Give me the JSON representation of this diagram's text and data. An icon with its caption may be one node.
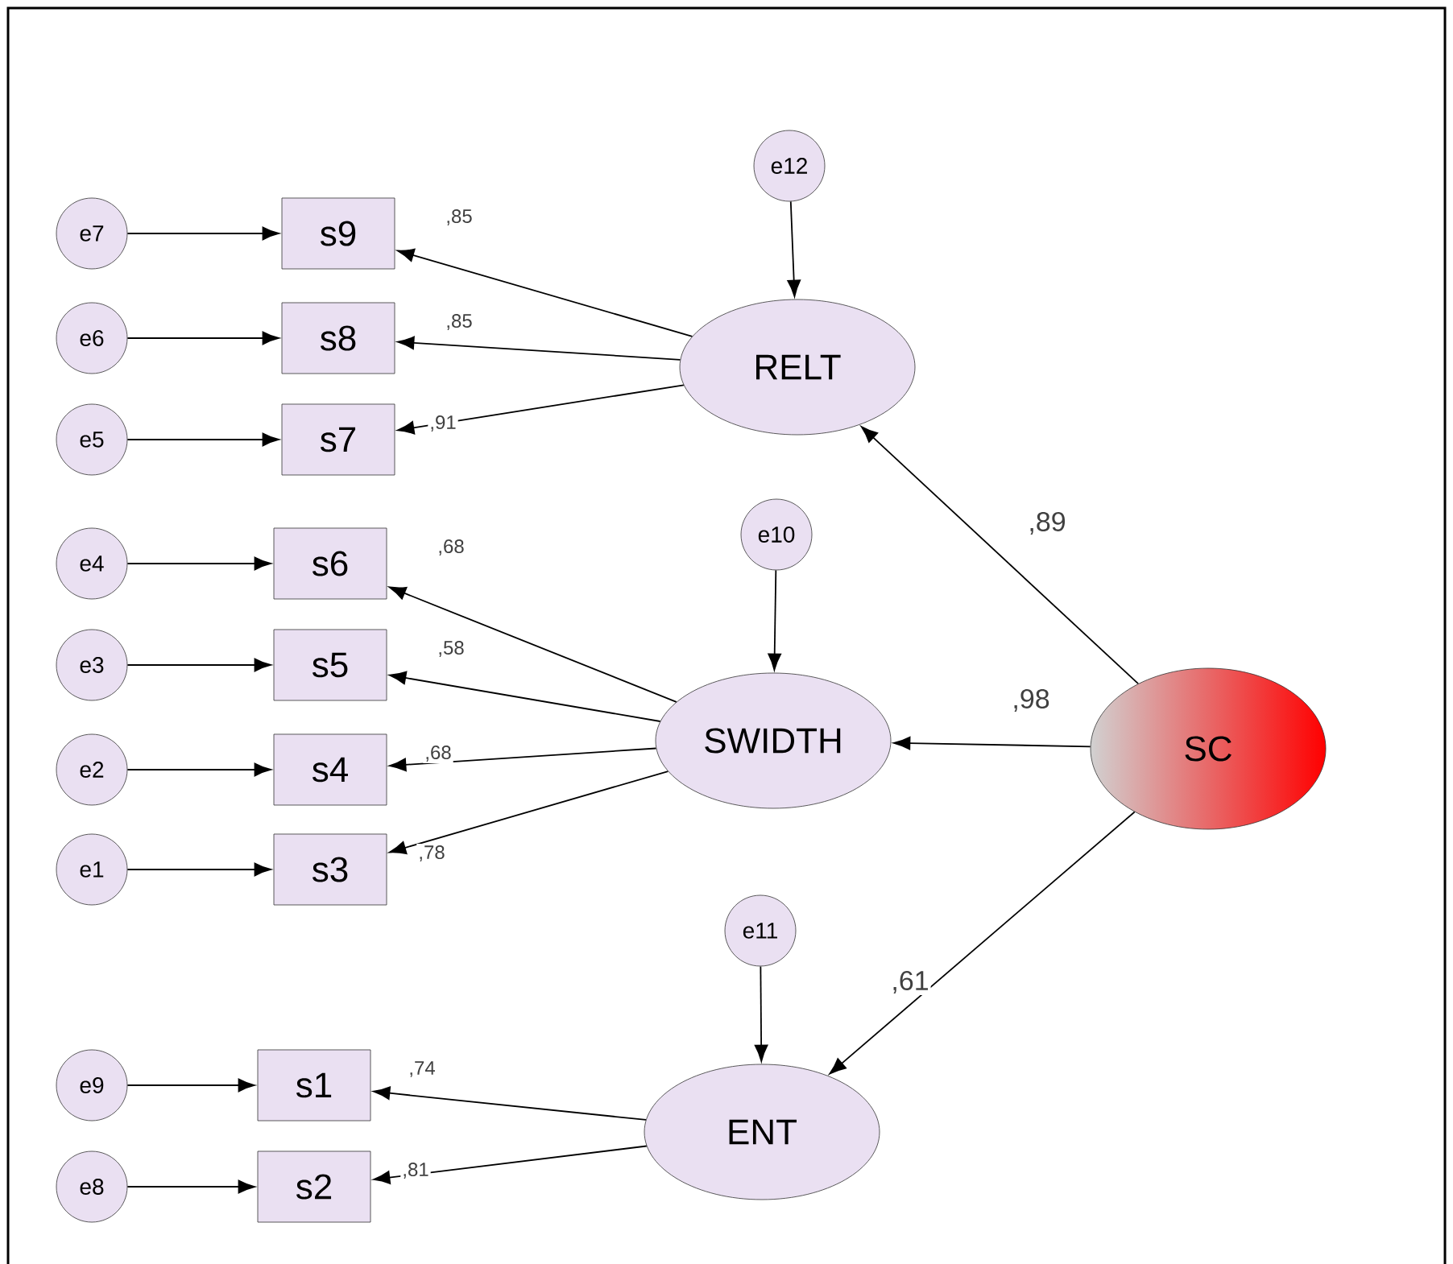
{
  "diagram": {
    "nodes": [
      {
        "text": [
          "e12"
        ]
      },
      {
        "text": [
          "RELT"
        ]
      },
      {
        "text": [
          "e7"
        ]
      },
      {
        "text": [
          "s9"
        ]
      },
      {
        "text": [
          "e6"
        ]
      },
      {
        "text": [
          "s8"
        ]
      },
      {
        "text": [
          "e5"
        ]
      },
      {
        "text": [
          "s7"
        ]
      },
      {
        "text": [
          "e10"
        ]
      },
      {
        "text": [
          "SWIDTH"
        ]
      },
      {
        "text": [
          "e4"
        ]
      },
      {
        "text": [
          "s6"
        ]
      },
      {
        "text": [
          "e3"
        ]
      },
      {
        "text": [
          "s5"
        ]
      },
      {
        "text": [
          "e2"
        ]
      },
      {
        "text": [
          "s4"
        ]
      },
      {
        "text": [
          "e1"
        ]
      },
      {
        "text": [
          "s3"
        ]
      },
      {
        "text": [
          "SC"
        ]
      },
      {
        "text": [
          "e11"
        ]
      },
      {
        "text": [
          "ENT"
        ]
      },
      {
        "text": [
          "e9"
        ]
      },
      {
        "text": [
          "s1"
        ]
      },
      {
        "text": [
          "e8"
        ]
      },
      {
        "text": [
          "s2"
        ]
      }
    ],
    "edges": [
      {
        "from": 0,
        "to": 1,
        "arrow": "to"
      },
      {
        "from": 2,
        "to": 3,
        "arrow": "to"
      },
      {
        "from": 4,
        "to": 5,
        "arrow": "to"
      },
      {
        "from": 6,
        "to": 7,
        "arrow": "to"
      },
      {
        "from": 1,
        "to": 3,
        "arrow": "to",
        "label": ",85"
      },
      {
        "from": 1,
        "to": 5,
        "arrow": "to",
        "label": ",85"
      },
      {
        "from": 1,
        "to": 7,
        "arrow": "to",
        "label": ",91"
      },
      {
        "from": 8,
        "to": 9,
        "arrow": "to"
      },
      {
        "from": 10,
        "to": 11,
        "arrow": "to"
      },
      {
        "from": 12,
        "to": 13,
        "arrow": "to"
      },
      {
        "from": 14,
        "to": 15,
        "arrow": "to"
      },
      {
        "from": 16,
        "to": 17,
        "arrow": "to"
      },
      {
        "from": 9,
        "to": 11,
        "arrow": "to",
        "label": ",68"
      },
      {
        "from": 9,
        "to": 13,
        "arrow": "to",
        "label": ",58"
      },
      {
        "from": 9,
        "to": 15,
        "arrow": "to",
        "label": ",68"
      },
      {
        "from": 9,
        "to": 17,
        "arrow": "to",
        "label": ",78"
      },
      {
        "from": 18,
        "to": 1,
        "arrow": "to",
        "label": ",89"
      },
      {
        "from": 18,
        "to": 9,
        "arrow": "to",
        "label": ",98"
      },
      {
        "from": 18,
        "to": 20,
        "arrow": "to",
        "label": ",61"
      },
      {
        "from": 19,
        "to": 20,
        "arrow": "to"
      },
      {
        "from": 21,
        "to": 22,
        "arrow": "to"
      },
      {
        "from": 23,
        "to": 24,
        "arrow": "to"
      },
      {
        "from": 20,
        "to": 22,
        "arrow": "to",
        "label": ",74"
      },
      {
        "from": 20,
        "to": 24,
        "arrow": "to",
        "label": ",81"
      }
    ]
  }
}
